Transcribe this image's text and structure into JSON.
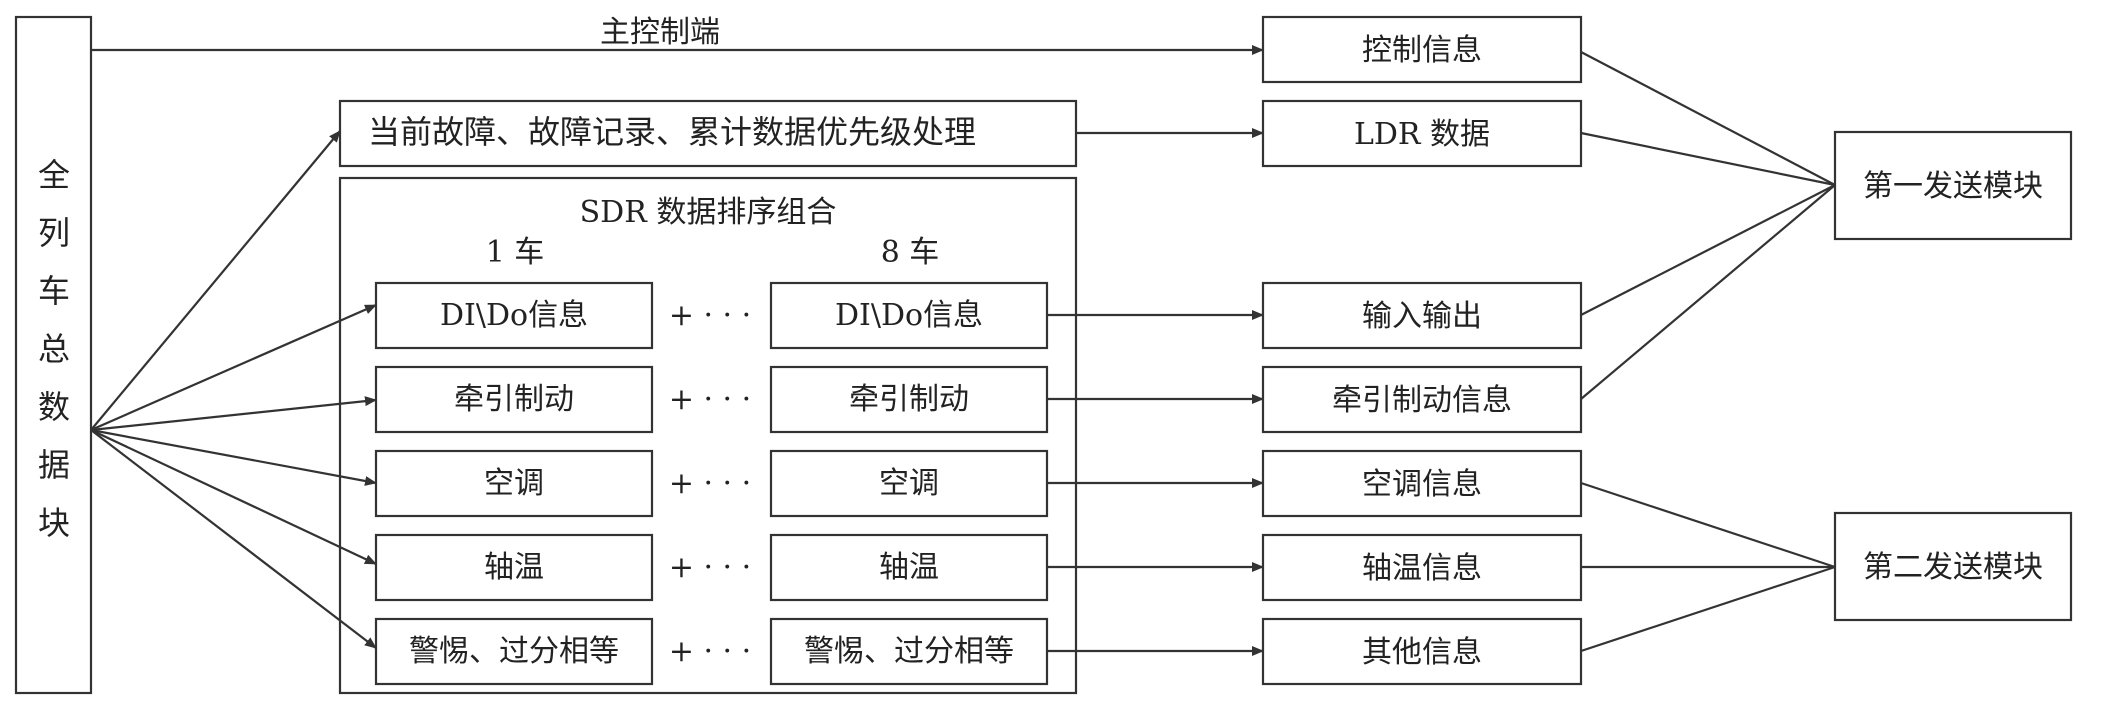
{
  "source": {
    "label_chars": [
      "全",
      "列",
      "车",
      "总",
      "数",
      "据",
      "块"
    ]
  },
  "top_link": {
    "label": "主控制端"
  },
  "priority_box": {
    "label": "当前故障、故障记录、累计数据优先级处理"
  },
  "sdr_group": {
    "title": "SDR 数据排序组合",
    "col_first": "1 车",
    "col_last": "8 车",
    "ellipsis": "+ · · ·",
    "rows": [
      {
        "left": "DI\\Do信息",
        "right": "DI\\Do信息"
      },
      {
        "left": "牵引制动",
        "right": "牵引制动"
      },
      {
        "left": "空调",
        "right": "空调"
      },
      {
        "left": "轴温",
        "right": "轴温"
      },
      {
        "left": "警惕、过分相等",
        "right": "警惕、过分相等"
      }
    ]
  },
  "outputs": [
    {
      "label": "控制信息"
    },
    {
      "label": "LDR 数据"
    },
    {
      "label": "输入输出"
    },
    {
      "label": "牵引制动信息"
    },
    {
      "label": "空调信息"
    },
    {
      "label": "轴温信息"
    },
    {
      "label": "其他信息"
    }
  ],
  "modules": [
    {
      "label": "第一发送模块"
    },
    {
      "label": "第二发送模块"
    }
  ]
}
